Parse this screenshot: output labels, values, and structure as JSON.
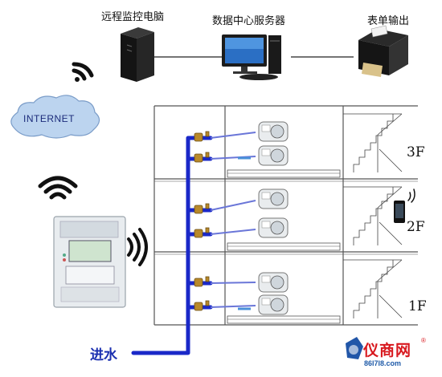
{
  "labels": {
    "remote_pc": "远程监控电脑",
    "data_server": "数据中心服务器",
    "report_output": "表单输出",
    "internet": "INTERNET",
    "inlet": "进水"
  },
  "floors": [
    "3F",
    "2F",
    "1F"
  ],
  "logo": {
    "name": "仪商网",
    "url": "86l7l8.com",
    "reg": "®"
  },
  "colors": {
    "pipe": "#1a28c8",
    "building_line": "#555555",
    "logo_red": "#d8191f"
  }
}
